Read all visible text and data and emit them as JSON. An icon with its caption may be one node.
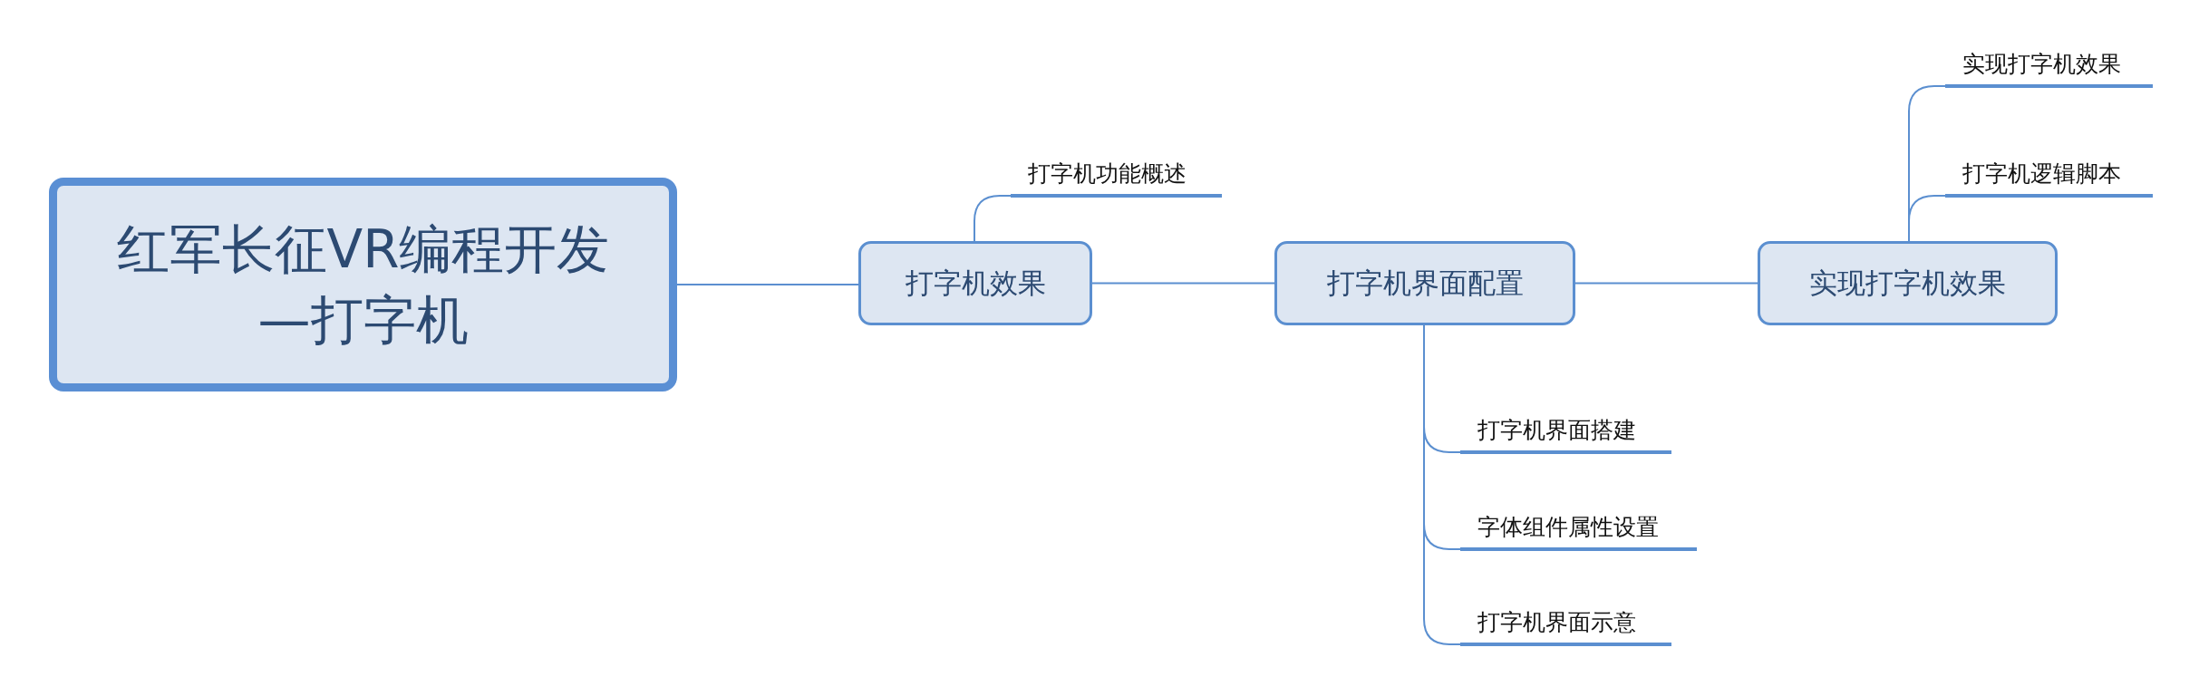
{
  "diagram": {
    "nodes": [
      {
        "text": [
          "红军长征VR编程开发—打字机"
        ]
      },
      {
        "text": [
          "打字机效果"
        ]
      },
      {
        "text": [
          "打字机功能概述"
        ]
      },
      {
        "text": [
          "打字机界面配置"
        ]
      },
      {
        "text": [
          "打字机界面搭建"
        ]
      },
      {
        "text": [
          "字体组件属性设置"
        ]
      },
      {
        "text": [
          "打字机界面示意"
        ]
      },
      {
        "text": [
          "实现打字机效果"
        ]
      },
      {
        "text": [
          "实现打字机效果"
        ]
      },
      {
        "text": [
          "打字机逻辑脚本"
        ]
      }
    ],
    "edges": [
      {
        "from": 0,
        "to": 1,
        "arrow": "none"
      },
      {
        "from": 1,
        "to": 2,
        "arrow": "none"
      },
      {
        "from": 1,
        "to": 3,
        "arrow": "none"
      },
      {
        "from": 3,
        "to": 4,
        "arrow": "none"
      },
      {
        "from": 3,
        "to": 5,
        "arrow": "none"
      },
      {
        "from": 3,
        "to": 6,
        "arrow": "none"
      },
      {
        "from": 3,
        "to": 7,
        "arrow": "none"
      },
      {
        "from": 7,
        "to": 8,
        "arrow": "none"
      },
      {
        "from": 7,
        "to": 9,
        "arrow": "none"
      }
    ]
  }
}
